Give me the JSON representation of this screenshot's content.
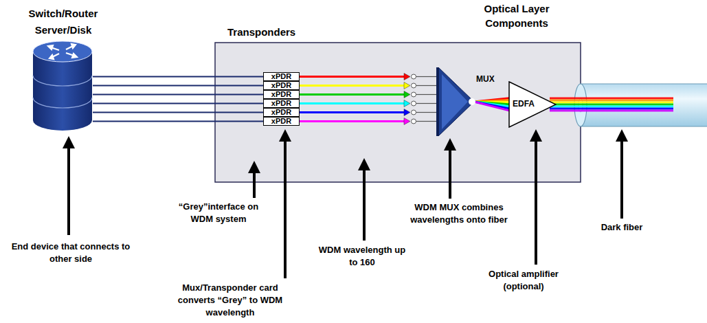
{
  "diagram": {
    "nodes": [
      {
        "text": [
          "Transponders"
        ]
      },
      {
        "text": [
          "xPDR"
        ],
        "in": 0
      },
      {
        "text": [
          "xPDR"
        ],
        "in": 0
      },
      {
        "text": [
          "xPDR"
        ],
        "in": 0
      },
      {
        "text": [
          "xPDR"
        ],
        "in": 0
      },
      {
        "text": [
          "xPDR"
        ],
        "in": 0
      },
      {
        "text": [
          "xPDR"
        ],
        "in": 0
      },
      {
        "text": [
          "MUX"
        ],
        "in": 0
      },
      {
        "text": [
          "EDFA"
        ],
        "in": 0
      }
    ],
    "edges": [
      {
        "from": 1,
        "to": 7,
        "arrow": "to"
      },
      {
        "from": 2,
        "to": 7,
        "arrow": "to"
      },
      {
        "from": 3,
        "to": 7,
        "arrow": "to"
      },
      {
        "from": 4,
        "to": 7,
        "arrow": "to"
      },
      {
        "from": 5,
        "to": 7,
        "arrow": "to"
      },
      {
        "from": 6,
        "to": 7,
        "arrow": "to"
      },
      {
        "from": 7,
        "to": 8,
        "arrow": "none"
      }
    ],
    "labels": [
      "Switch/Router Server/Disk",
      "Optical Layer Components",
      "End device that connects to other side",
      "“Grey”interface on WDM system",
      "Mux/Transponder card converts “Grey” to WDM wavelength",
      "WDM wavelength up to 160",
      "WDM MUX combines wavelengths onto fiber",
      "Optical amplifier (optional)",
      "Dark fiber"
    ]
  }
}
